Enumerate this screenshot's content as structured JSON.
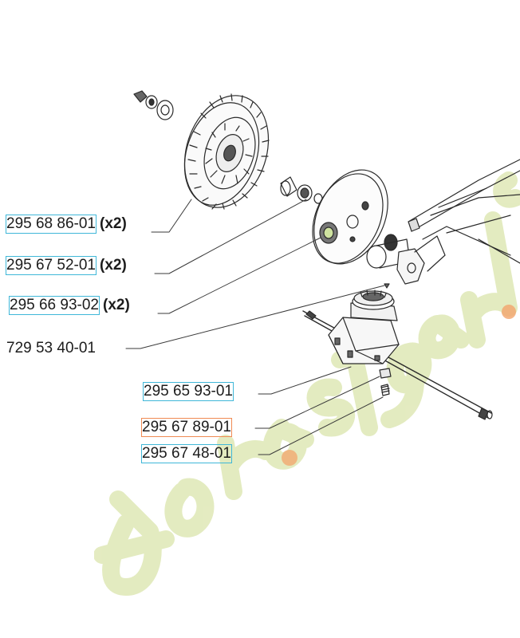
{
  "watermark": {
    "text": "forestgarden.com",
    "color": "#dfe8b6"
  },
  "colors": {
    "line": "#2a2a2a",
    "highlight_cyan": "#3fb7d8",
    "highlight_orange": "#f08a53"
  },
  "parts": [
    {
      "part_number": "295 68 86-01",
      "qty": "(x2)",
      "highlight": "cyan"
    },
    {
      "part_number": "295 67 52-01",
      "qty": "(x2)",
      "highlight": "cyan"
    },
    {
      "part_number": "295 66 93-02",
      "qty": "(x2)",
      "highlight": "cyan"
    },
    {
      "part_number": "729 53 40-01",
      "qty": "",
      "highlight": "none"
    },
    {
      "part_number": "295 65 93-01",
      "qty": "",
      "highlight": "cyan"
    },
    {
      "part_number": "295 67 89-01",
      "qty": "",
      "highlight": "orange"
    },
    {
      "part_number": "295 67 48-01",
      "qty": "",
      "highlight": "cyan"
    }
  ]
}
